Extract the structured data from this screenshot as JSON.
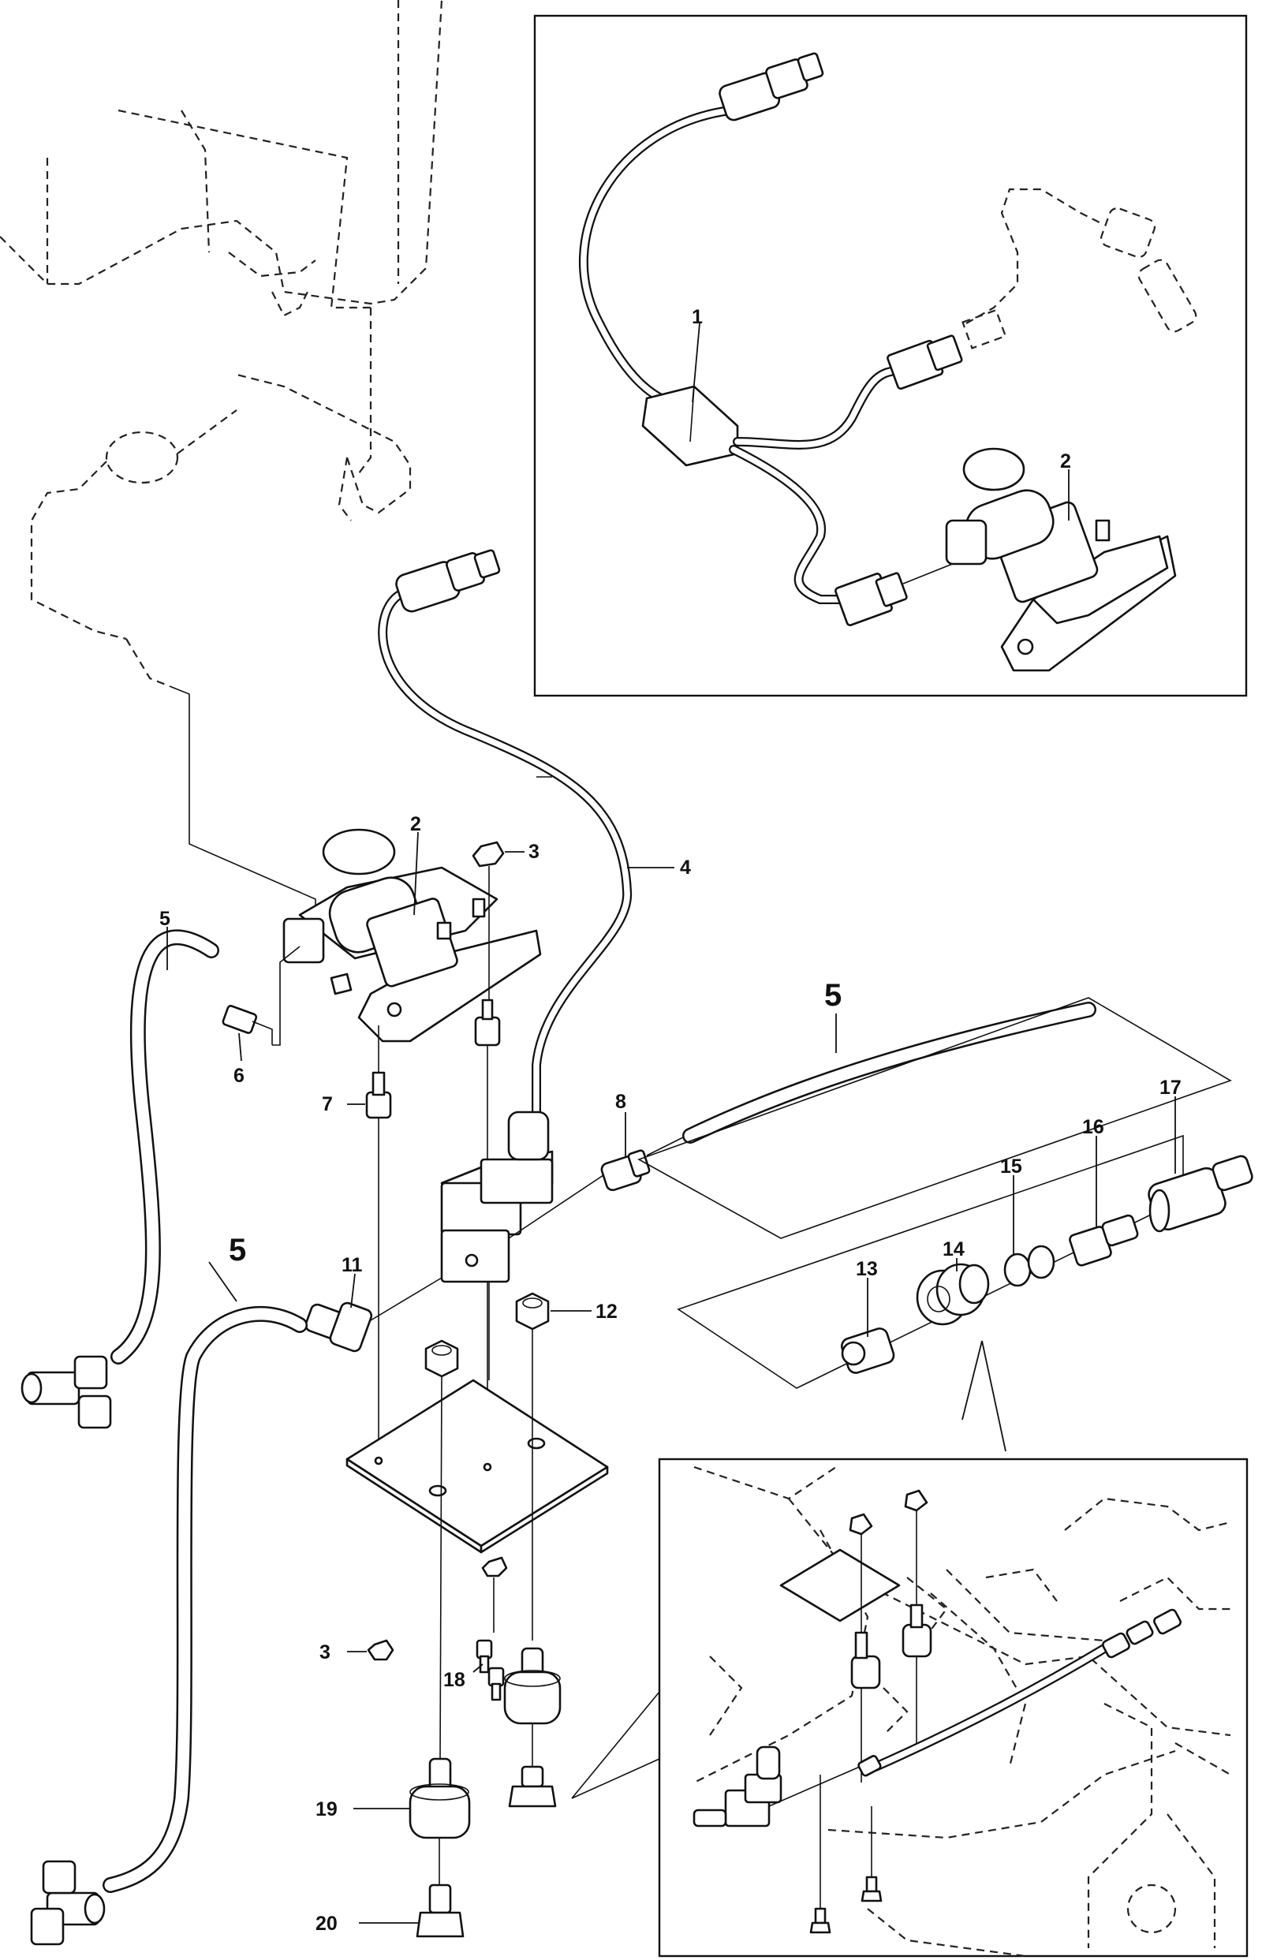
{
  "callouts": {
    "c1": "1",
    "c2_inset": "2",
    "c2_main": "2",
    "c3_top": "3",
    "c3_bottom": "3",
    "c4": "4",
    "c5_left": "5",
    "c5_hose": "5",
    "c5_right": "5",
    "c6": "6",
    "c7": "7",
    "c8": "8",
    "c11": "11",
    "c12": "12",
    "c13": "13",
    "c14": "14",
    "c15": "15",
    "c16": "16",
    "c17": "17",
    "c18": "18",
    "c19": "19",
    "c20": "20"
  }
}
